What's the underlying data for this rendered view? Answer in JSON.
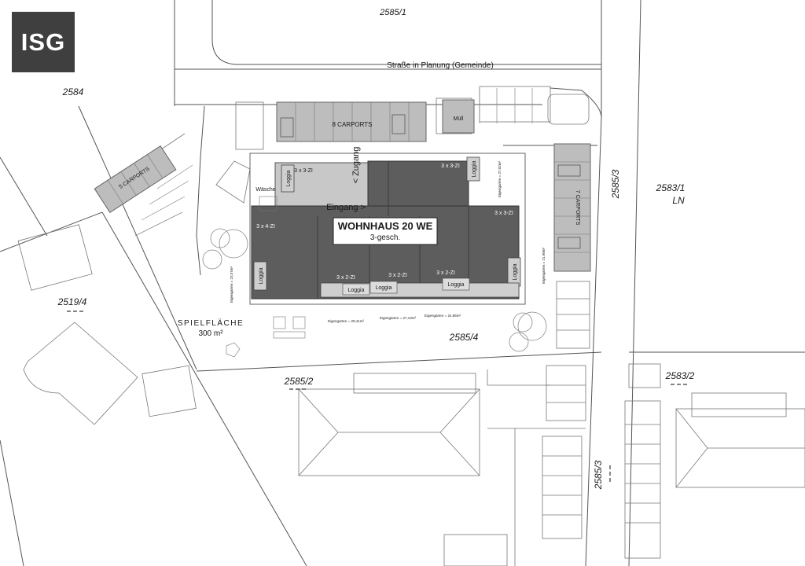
{
  "logo": {
    "text": "ISG",
    "background": "#3f3f3f"
  },
  "streets": {
    "planned": "Straße in Planung (Gemeinde)"
  },
  "parcels": {
    "p2585_1": "2585/1",
    "p2584": "2584",
    "p2585_3_a": "2585/3",
    "p2583_1": "2583/1",
    "ln": "LN",
    "p2519_4": "2519/4",
    "p2585_4": "2585/4",
    "p2585_2": "2585/2",
    "p2583_2": "2583/2",
    "p2585_3_b": "2585/3"
  },
  "parking": {
    "carports_8": "8 CARPORTS",
    "carports_5": "5 CARPORTS",
    "carports_7": "7 CARPORTS",
    "muell": "Müll"
  },
  "building": {
    "title": "WOHNHAUS 20 WE",
    "subtitle": "3-gesch.",
    "zugang": "< Zugang",
    "eingang": "Eingang >",
    "waesche": "Wäsche",
    "units": {
      "tl": "3 x 3-ZI",
      "tr": "3 x 3-ZI",
      "tr2": "3 x 3-ZI",
      "left": "3 x 4-ZI",
      "b1": "3 x 2-ZI",
      "b2": "3 x 2-ZI",
      "b3": "3 x 2-ZI"
    },
    "loggia": "Loggia"
  },
  "gardens": {
    "g1": "Eigengarten = 29,41m²",
    "g2": "Eigengarten = 27,13m²",
    "g3": "Eigengarten = 24,86m²",
    "gl": "Eigengarten = 23,57m²",
    "gr1": "Eigengarten = 27,02m²",
    "gr2": "Eigengarten = 21,98m²"
  },
  "playground": {
    "label": "SPIELFLÄCHE",
    "area": "300 m²"
  }
}
